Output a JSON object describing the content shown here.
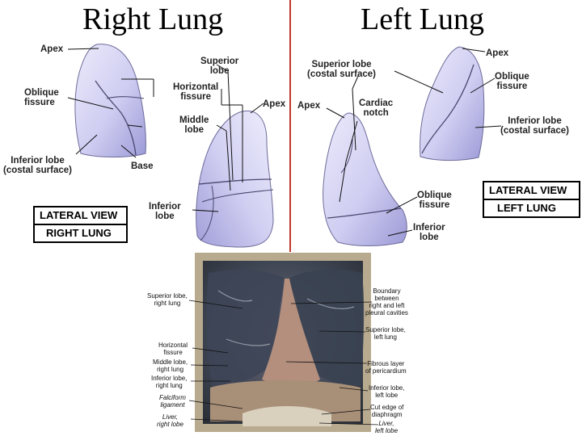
{
  "titles": {
    "right": "Right Lung",
    "left": "Left Lung"
  },
  "right_small": {
    "apex": "Apex",
    "oblique_fissure": [
      "Oblique",
      "fissure"
    ],
    "inferior_lobe": [
      "Inferior lobe",
      "(costal surface)"
    ],
    "base": "Base",
    "view_box": [
      "LATERAL VIEW",
      "RIGHT LUNG"
    ]
  },
  "right_large": {
    "superior_lobe": [
      "Superior",
      "lobe"
    ],
    "horizontal_fissure": [
      "Horizontal",
      "fissure"
    ],
    "middle_lobe": [
      "Middle",
      "lobe"
    ],
    "inferior_lobe": [
      "Inferior",
      "lobe"
    ],
    "apex": "Apex"
  },
  "left_large": {
    "apex": "Apex",
    "superior_lobe": [
      "Superior lobe",
      "(costal surface)"
    ],
    "cardiac_notch": [
      "Cardiac",
      "notch"
    ],
    "oblique_fissure": [
      "Oblique",
      "fissure"
    ],
    "inferior_lobe": [
      "Inferior",
      "lobe"
    ]
  },
  "left_small": {
    "apex": "Apex",
    "oblique_fissure": [
      "Oblique",
      "fissure"
    ],
    "inferior_lobe": [
      "Inferior lobe",
      "(costal surface)"
    ],
    "view_box": [
      "LATERAL VIEW",
      "LEFT LUNG"
    ]
  },
  "photo": {
    "left_labels": [
      [
        "Superior lobe,",
        "right lung"
      ],
      [
        "Horizontal",
        "fissure"
      ],
      [
        "Middle lobe,",
        "right lung"
      ],
      [
        "Inferior lobe,",
        "right lung"
      ],
      [
        "Falciform",
        "ligament"
      ],
      [
        "Liver,",
        "right lobe"
      ]
    ],
    "right_labels": [
      [
        "Boundary",
        "between",
        "right and left",
        "pleural cavities"
      ],
      [
        "Superior lobe,",
        "left lung"
      ],
      [
        "Fibrous layer",
        "of pericardium"
      ],
      [
        "Inferior lobe,",
        "left lobe"
      ],
      [
        "Cut edge of",
        "diaphragm"
      ],
      [
        "Liver,",
        "left lobe"
      ]
    ]
  },
  "colors": {
    "lung_fill": "#d4d3f2",
    "lung_shade": "#9f9dd6",
    "divider": "#c0392b"
  }
}
